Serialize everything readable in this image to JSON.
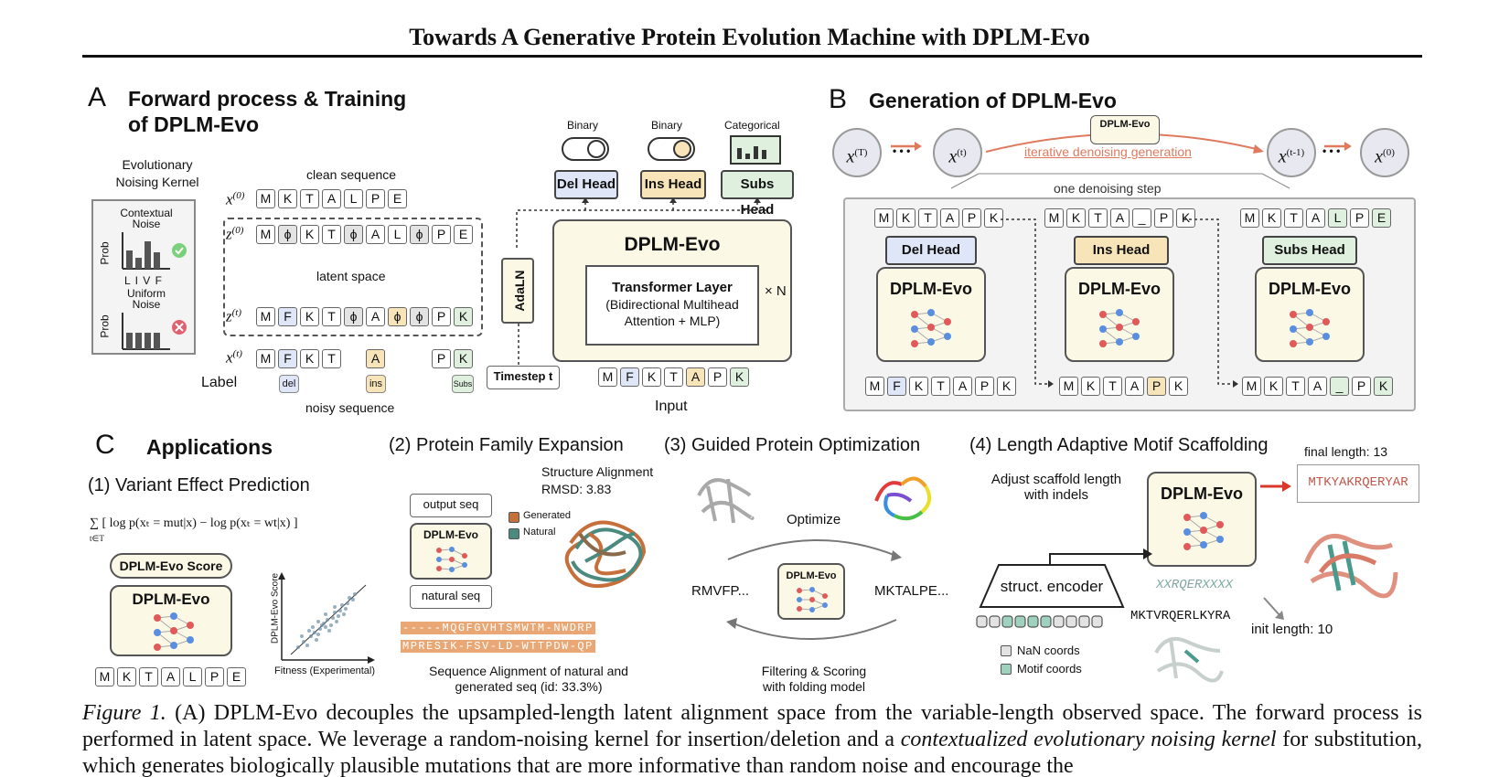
{
  "header": {
    "title": "Towards A Generative Protein Evolution Machine with DPLM-Evo"
  },
  "panelA": {
    "letter": "A",
    "title_line1": "Forward process & Training",
    "title_line2": "of DPLM-Evo",
    "kernel_title_1": "Evolutionary",
    "kernel_title_2": "Noising Kernel",
    "contextual_1": "Contextual",
    "contextual_2": "Noise",
    "uniform_1": "Uniform",
    "uniform_2": "Noise",
    "prob": "Prob",
    "livf": "L I V F",
    "clean_seq": "clean sequence",
    "latent_space": "latent space",
    "noisy_seq": "noisy sequence",
    "label": "Label",
    "x0": "x",
    "x0_sup": "(0)",
    "z0": "z",
    "z0_sup": "(0)",
    "zt": "z",
    "zt_sup": "(t)",
    "xt": "x",
    "xt_sup": "(t)",
    "row_x0": [
      "M",
      "K",
      "T",
      "A",
      "L",
      "P",
      "E"
    ],
    "row_z0": [
      "M",
      "ϕ",
      "K",
      "T",
      "ϕ",
      "A",
      "L",
      "ϕ",
      "P",
      "E"
    ],
    "row_zt": [
      "M",
      "F",
      "K",
      "T",
      "ϕ",
      "A",
      "ϕ",
      "ϕ",
      "P",
      "K"
    ],
    "row_xt_a": [
      "M",
      "F",
      "K",
      "T"
    ],
    "row_xt_b": [
      "A"
    ],
    "row_xt_c": [
      "P",
      "K"
    ],
    "label_del": "del",
    "label_ins": "ins",
    "label_subs": "Subs",
    "binary1": "Binary",
    "binary2": "Binary",
    "categorical": "Categorical",
    "del_head": "Del Head",
    "ins_head": "Ins Head",
    "subs_head": "Subs Head",
    "model": "DPLM-Evo",
    "transformer_1": "Transformer Layer",
    "transformer_2": "(Bidirectional Multihead",
    "transformer_3": "Attention  +  MLP)",
    "times_n": "× N",
    "adaln": "AdaLN",
    "timestep": "Timestep t",
    "input_label": "Input",
    "input_seq": [
      "M",
      "F",
      "K",
      "T",
      "A",
      "P",
      "K"
    ]
  },
  "panelB": {
    "letter": "B",
    "title": "Generation of DPLM-Evo",
    "model_small": "DPLM-Evo",
    "iterative": "iterative denoising generation",
    "one_step": "one denoising step",
    "xT": "x",
    "xT_sup": "(T)",
    "xt": "x",
    "xt_sup": "(t)",
    "xt1": "x",
    "xt1_sup": "(t-1)",
    "x0": "x",
    "x0_sup": "(0)",
    "ellipsis": "• • •",
    "del_head": "Del Head",
    "ins_head": "Ins Head",
    "subs_head": "Subs Head",
    "model": "DPLM-Evo",
    "top1": [
      "M",
      "K",
      "T",
      "A",
      "P",
      "K"
    ],
    "top2": [
      "M",
      "K",
      "T",
      "A",
      "_",
      "P",
      "K"
    ],
    "top3": [
      "M",
      "K",
      "T",
      "A",
      "L",
      "P",
      "E"
    ],
    "bot1": [
      "M",
      "F",
      "K",
      "T",
      "A",
      "P",
      "K"
    ],
    "bot2": [
      "M",
      "K",
      "T",
      "A",
      "P",
      "K"
    ],
    "bot3": [
      "M",
      "K",
      "T",
      "A",
      "_",
      "P",
      "K"
    ]
  },
  "panelC": {
    "letter": "C",
    "title": "Applications",
    "app1": "(1) Variant Effect Prediction",
    "formula": "∑ [ log p(xₜ = mut|x) − log p(xₜ = wt|x) ]",
    "formula_sub": "t∈T",
    "score_btn": "DPLM-Evo Score",
    "model": "DPLM-Evo",
    "seq": [
      "M",
      "K",
      "T",
      "A",
      "L",
      "P",
      "E"
    ],
    "scatter_y": "DPLM-Evo Score",
    "scatter_x": "Fitness (Experimental)",
    "app2": "(2) Protein Family Expansion",
    "output_seq": "output seq",
    "natural_seq": "natural seq",
    "struct_align": "Structure Alignment",
    "rmsd": "RMSD: 3.83",
    "generated": "Generated",
    "natural": "Natural",
    "align_row1": "-----MQGFGVHTSMWTM-NWDRP",
    "align_row2": "MPRESIK-FSV-LD-WTTPDW-QP",
    "seq_align_1": "Sequence Alignment of natural and",
    "seq_align_2": "generated seq (id: 33.3%)",
    "app3": "(3) Guided Protein Optimization",
    "optimize": "Optimize",
    "left_seq": "RMVFP...",
    "right_seq": "MKTALPE...",
    "filter_1": "Filtering & Scoring",
    "filter_2": "with folding model",
    "app4": "(4) Length Adaptive Motif Scaffolding",
    "adjust_1": "Adjust scaffold length",
    "adjust_2": "with indels",
    "final_length": "final length: 13",
    "final_seq": "MTKYAKRQERYAR",
    "struct_encoder": "struct. encoder",
    "motif_top": "XXRQERXXXX",
    "motif_seq": "MKTVRQERLKYRA",
    "init_length": "init length: 10",
    "nan_coords": "NaN coords",
    "motif_coords": "Motif coords"
  },
  "caption": {
    "fig": "Figure 1.",
    "t1": " (A) DPLM-Evo decouples the upsampled-length latent alignment space from the variable-length observed space. The forward process is performed in latent space. We leverage a random-noising kernel for insertion/deletion and a ",
    "t2": "contextualized evolutionary noising kernel",
    "t3": " for substitution, which generates biologically plausible mutations that are more informative than random noise and encourage the"
  },
  "colors": {
    "del": "#dfe6f7",
    "ins": "#f7e4b8",
    "subs": "#dff0df",
    "model_bg": "#fbf8e6",
    "arrow_red": "#e07a5f",
    "accent_red": "#d9382b"
  }
}
